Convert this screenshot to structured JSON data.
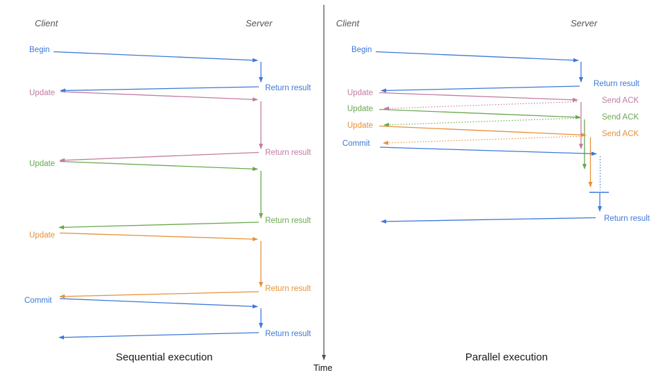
{
  "colors": {
    "blue": "#3c78d8",
    "pink": "#c27ba0",
    "green": "#6aa84f",
    "orange": "#e69138",
    "axis": "#555555"
  },
  "time_axis": {
    "label": "Time"
  },
  "sequential": {
    "client_header": "Client",
    "server_header": "Server",
    "caption": "Sequential execution",
    "messages": [
      {
        "request": "Begin",
        "response": "Return result",
        "color": "blue"
      },
      {
        "request": "Update",
        "response": "Return result",
        "color": "pink"
      },
      {
        "request": "Update",
        "response": "Return result",
        "color": "green"
      },
      {
        "request": "Update",
        "response": "Return result",
        "color": "orange"
      },
      {
        "request": "Commit",
        "response": "Return result",
        "color": "blue"
      }
    ]
  },
  "parallel": {
    "client_header": "Client",
    "server_header": "Server",
    "caption": "Parallel execution",
    "messages": [
      {
        "request": "Begin",
        "response": "Return result",
        "color": "blue"
      },
      {
        "request": "Update",
        "response": "Send ACK",
        "color": "pink"
      },
      {
        "request": "Update",
        "response": "Send ACK",
        "color": "green"
      },
      {
        "request": "Update",
        "response": "Send ACK",
        "color": "orange"
      },
      {
        "request": "Commit",
        "response": "Return result",
        "color": "blue"
      }
    ]
  }
}
